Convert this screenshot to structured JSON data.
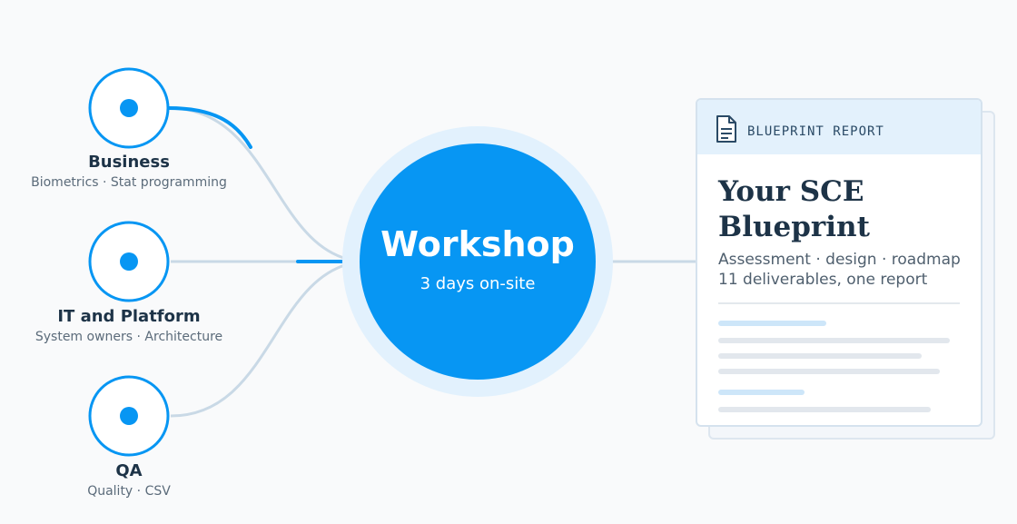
{
  "stakeholders": [
    {
      "title": "Business",
      "subtitle": "Biometrics · Stat programming"
    },
    {
      "title": "IT and Platform",
      "subtitle": "System owners · Architecture"
    },
    {
      "title": "QA",
      "subtitle": "Quality · CSV"
    }
  ],
  "hub": {
    "title": "Workshop",
    "subtitle": "3 days on-site"
  },
  "report": {
    "header": "BLUEPRINT REPORT",
    "title": "Your SCE Blueprint",
    "line1": "Assessment · design · roadmap",
    "line2": "11 deliverables, one report"
  },
  "colors": {
    "accent": "#0796f3",
    "accent_halo": "#e2f1fd",
    "connector": "#c9d9e6",
    "text_dark": "#1d3347",
    "text_muted": "#5b6b7a"
  }
}
